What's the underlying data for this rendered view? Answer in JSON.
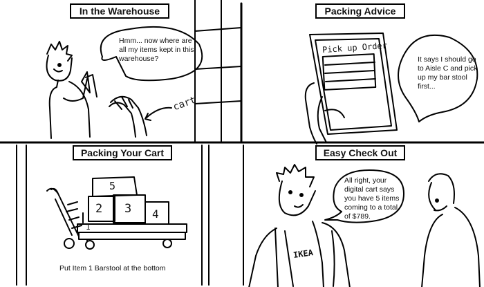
{
  "panels": [
    {
      "title": "In the Warehouse",
      "bubble": "Hmm... now where are all my items kept in this warehouse?",
      "label": "cart"
    },
    {
      "title": "Packing Advice",
      "sheet_heading": "Pick up Order",
      "bubble": "It says I should go to Aisle C and pick up my bar stool first..."
    },
    {
      "title": "Packing Your Cart",
      "boxes": [
        "1",
        "2",
        "3",
        "4",
        "5"
      ],
      "caption": "Put Item 1 Barstool at the bottom"
    },
    {
      "title": "Easy Check Out",
      "bubble": "All right, your digital cart says you have 5 items coming to a total of $789.",
      "vest_text": "IKEA"
    }
  ],
  "colors": {
    "ink": "#000000",
    "paper": "#ffffff"
  }
}
